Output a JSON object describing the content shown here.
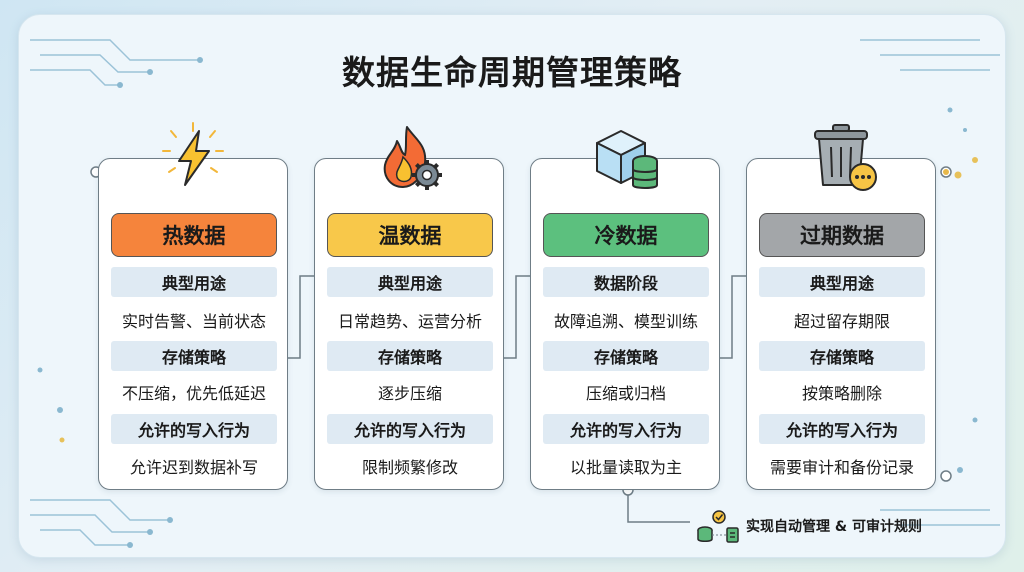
{
  "title": "数据生命周期管理策略",
  "cards": [
    {
      "icon": "lightning-icon",
      "title": "热数据",
      "title_color": "#f5843c",
      "sections": [
        {
          "label": "典型用途",
          "value": "实时告警、当前状态"
        },
        {
          "label": "存储策略",
          "value": "不压缩，优先低延迟"
        },
        {
          "label": "允许的写入行为",
          "value": "允许迟到数据补写"
        }
      ]
    },
    {
      "icon": "flame-gear-icon",
      "title": "温数据",
      "title_color": "#f8c84a",
      "sections": [
        {
          "label": "典型用途",
          "value": "日常趋势、运营分析"
        },
        {
          "label": "存储策略",
          "value": "逐步压缩"
        },
        {
          "label": "允许的写入行为",
          "value": "限制频繁修改"
        }
      ]
    },
    {
      "icon": "ice-cube-database-icon",
      "title": "冷数据",
      "title_color": "#5cc07e",
      "sections": [
        {
          "label": "数据阶段",
          "value": "故障追溯、模型训练"
        },
        {
          "label": "存储策略",
          "value": "压缩或归档"
        },
        {
          "label": "允许的写入行为",
          "value": "以批量读取为主"
        }
      ]
    },
    {
      "icon": "trash-can-icon",
      "title": "过期数据",
      "title_color": "#a3a6a9",
      "sections": [
        {
          "label": "典型用途",
          "value": "超过留存期限"
        },
        {
          "label": "存储策略",
          "value": "按策略删除"
        },
        {
          "label": "允许的写入行为",
          "value": "需要审计和备份记录"
        }
      ]
    }
  ],
  "footer": {
    "text": "实现自动管理 & 可审计规则",
    "icon": "database-check-icon"
  }
}
